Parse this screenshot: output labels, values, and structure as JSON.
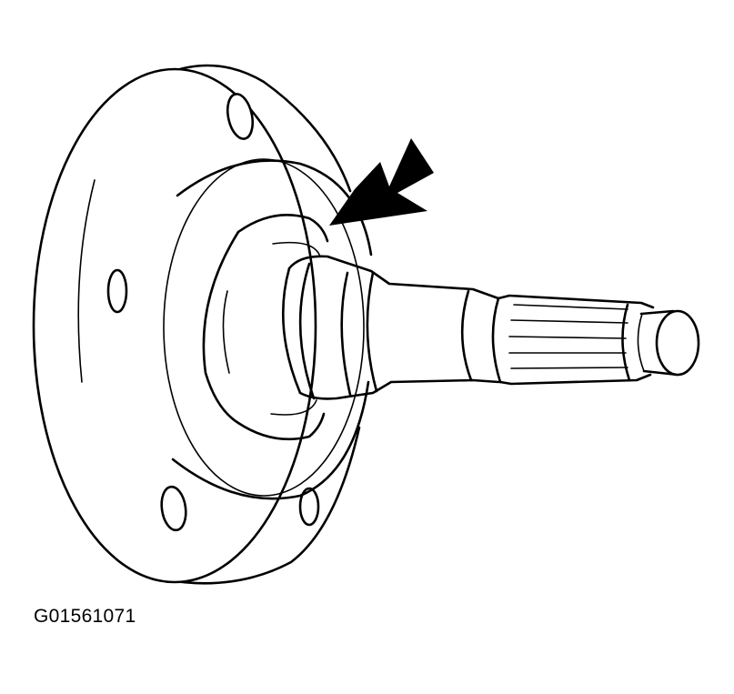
{
  "figure": {
    "caption": "G01561071",
    "subject_icon": "axle-hub-flange-drawing",
    "pointer_icon": "arrow-indicator",
    "line_color": "#000000",
    "background_color": "#ffffff"
  }
}
